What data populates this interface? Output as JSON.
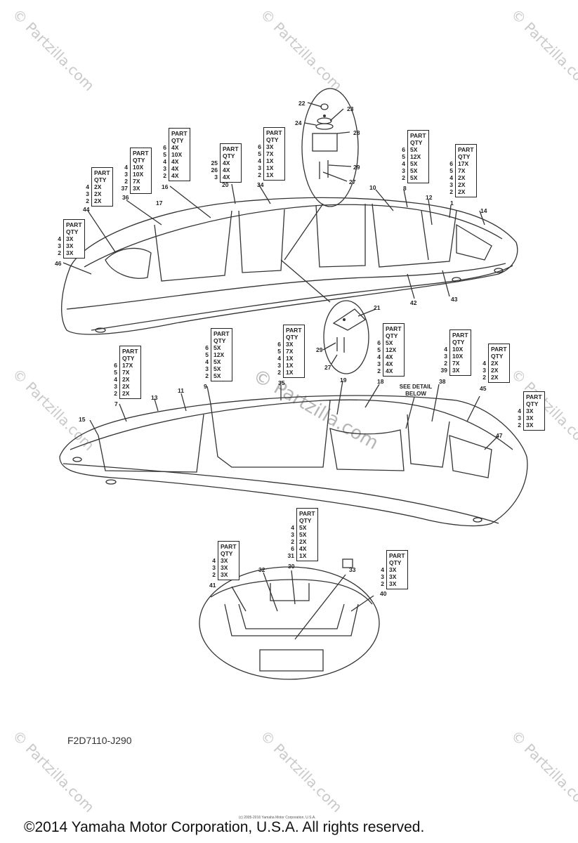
{
  "watermark": "© Partzilla.com",
  "diagram_code": "F2D7110-J290",
  "copyright": "©2014 Yamaha Motor Corporation, U.S.A. All rights reserved.",
  "small_copyright": "(c) 2005-2016 Yamaha Motor Corporation, U.S.A.",
  "header_part": "PART",
  "header_qty": "QTY",
  "see_detail": "SEE DETAIL BELOW",
  "callouts": {
    "c1": "1",
    "c7": "7",
    "c8": "8",
    "c9": "9",
    "c10": "10",
    "c11": "11",
    "c12": "12",
    "c13": "13",
    "c14": "14",
    "c15": "15",
    "c16": "16",
    "c17": "17",
    "c18": "18",
    "c19": "19",
    "c20": "20",
    "c21": "21",
    "c22": "22",
    "c23": "23",
    "c24": "24",
    "c27a": "27",
    "c27b": "27",
    "c28": "28",
    "c29a": "29",
    "c29b": "29",
    "c30": "30",
    "c32": "32",
    "c33": "33",
    "c34": "34",
    "c35": "35",
    "c36": "36",
    "c38": "38",
    "c39": "39",
    "c40": "40",
    "c41": "41",
    "c42": "42",
    "c43": "43",
    "c44": "44",
    "c45": "45",
    "c46": "46",
    "c47": "47"
  },
  "qty_tables": [
    {
      "idx": [
        "4",
        "3",
        "2"
      ],
      "qty": [
        "3X",
        "3X",
        "3X"
      ]
    },
    {
      "idx": [
        "4",
        "3",
        "2"
      ],
      "qty": [
        "2X",
        "2X",
        "2X"
      ]
    },
    {
      "idx": [
        "4",
        "3",
        "2",
        "37"
      ],
      "qty": [
        "10X",
        "10X",
        "7X",
        "3X"
      ]
    },
    {
      "idx": [
        "6",
        "5",
        "4",
        "3",
        "2"
      ],
      "qty": [
        "4X",
        "10X",
        "4X",
        "4X",
        "4X"
      ]
    },
    {
      "idx": [
        "25",
        "26",
        "3"
      ],
      "qty": [
        "4X",
        "4X",
        "4X"
      ]
    },
    {
      "idx": [
        "6",
        "5",
        "4",
        "3",
        "2"
      ],
      "qty": [
        "3X",
        "7X",
        "1X",
        "1X",
        "1X"
      ]
    },
    {
      "idx": [
        "6",
        "5",
        "4",
        "3",
        "2"
      ],
      "qty": [
        "5X",
        "12X",
        "5X",
        "5X",
        "5X"
      ]
    },
    {
      "idx": [
        "6",
        "5",
        "4",
        "3",
        "2"
      ],
      "qty": [
        "17X",
        "7X",
        "2X",
        "2X",
        "2X"
      ]
    },
    {
      "idx": [
        "6",
        "5",
        "4",
        "3",
        "2"
      ],
      "qty": [
        "17X",
        "7X",
        "2X",
        "2X",
        "2X"
      ]
    },
    {
      "idx": [
        "6",
        "5",
        "4",
        "3",
        "2"
      ],
      "qty": [
        "5X",
        "12X",
        "5X",
        "5X",
        "5X"
      ]
    },
    {
      "idx": [
        "6",
        "5",
        "4",
        "3",
        "2"
      ],
      "qty": [
        "3X",
        "7X",
        "1X",
        "1X",
        "1X"
      ]
    },
    {
      "idx": [
        "6",
        "5",
        "4",
        "3",
        "2"
      ],
      "qty": [
        "5X",
        "12X",
        "4X",
        "4X",
        "4X"
      ]
    },
    {
      "idx": [
        "4",
        "3",
        "2",
        "39"
      ],
      "qty": [
        "10X",
        "10X",
        "7X",
        "3X"
      ]
    },
    {
      "idx": [
        "4",
        "3",
        "2"
      ],
      "qty": [
        "2X",
        "2X",
        "2X"
      ]
    },
    {
      "idx": [
        "4",
        "3",
        "2"
      ],
      "qty": [
        "3X",
        "3X",
        "3X"
      ]
    },
    {
      "idx": [
        "4",
        "3",
        "2",
        "6",
        "31"
      ],
      "qty": [
        "5X",
        "5X",
        "2X",
        "4X",
        "1X"
      ]
    },
    {
      "idx": [
        "4",
        "3",
        "2"
      ],
      "qty": [
        "3X",
        "3X",
        "3X"
      ]
    },
    {
      "idx": [
        "4",
        "3",
        "2"
      ],
      "qty": [
        "3X",
        "3X",
        "3X"
      ]
    }
  ]
}
